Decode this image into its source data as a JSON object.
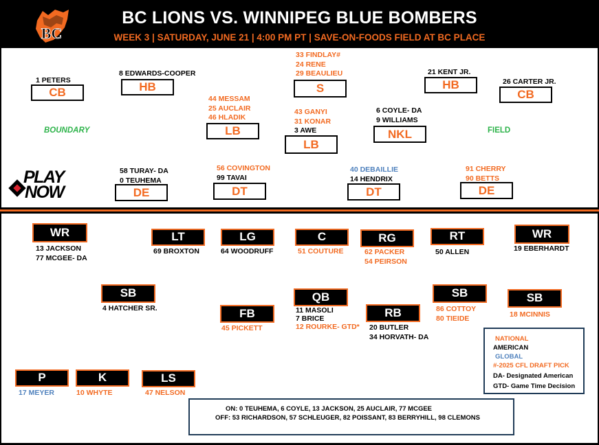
{
  "header": {
    "title": "BC LIONS VS. WINNIPEG BLUE BOMBERS",
    "subtitle": "WEEK 3 | SATURDAY, JUNE 21 | 4:00 PM PT | SAVE-ON-FOODS FIELD AT BC PLACE",
    "logo_letters": "BC"
  },
  "colors": {
    "national": "#f26a21",
    "american": "#000000",
    "global": "#4f81bd",
    "side_labels": "#2db34a",
    "panel_border": "#1f3b57"
  },
  "defense": {
    "side_boundary": "BOUNDARY",
    "side_field": "FIELD",
    "cb_left": {
      "label": "CB",
      "players": [
        "1 PETERS"
      ]
    },
    "hb_left": {
      "label": "HB",
      "players": [
        "8 EDWARDS-COOPER"
      ]
    },
    "safety": {
      "label": "S",
      "players": [
        "33 FINDLAY#",
        "24 RENE",
        "29 BEAULIEU"
      ]
    },
    "hb_right": {
      "label": "HB",
      "players": [
        "21 KENT JR."
      ]
    },
    "cb_right": {
      "label": "CB",
      "players": [
        "26 CARTER JR."
      ]
    },
    "lb_left": {
      "label": "LB",
      "players": [
        "44 MESSAM",
        "25 AUCLAIR",
        "46 HLADIK"
      ]
    },
    "lb_mid": {
      "label": "LB",
      "players": [
        "43 GANYI",
        "31 KONAR",
        "3 AWE"
      ]
    },
    "nkl": {
      "label": "NKL",
      "players": [
        "6 COYLE- DA",
        "9 WILLIAMS"
      ]
    },
    "de_left": {
      "label": "DE",
      "players": [
        "58 TURAY- DA",
        "0 TEUHEMA"
      ]
    },
    "dt_left": {
      "label": "DT",
      "players": [
        "56 COVINGTON",
        "99 TAVAI"
      ]
    },
    "dt_right": {
      "label": "DT",
      "players": [
        "40 DEBAILLIE",
        "14 HENDRIX"
      ]
    },
    "de_right": {
      "label": "DE",
      "players": [
        "91 CHERRY",
        "90 BETTS"
      ]
    }
  },
  "playnow": {
    "line1": "PLAY",
    "line2": "NOW"
  },
  "offense": {
    "wr_left": {
      "label": "WR",
      "players": [
        "13 JACKSON",
        "77 MCGEE- DA"
      ]
    },
    "lt": {
      "label": "LT",
      "players": [
        "69 BROXTON"
      ]
    },
    "lg": {
      "label": "LG",
      "players": [
        "64 WOODRUFF"
      ]
    },
    "c": {
      "label": "C",
      "players": [
        "51 COUTURE"
      ]
    },
    "rg": {
      "label": "RG",
      "players": [
        "62 PACKER",
        "54 PEIRSON"
      ]
    },
    "rt": {
      "label": "RT",
      "players": [
        "50 ALLEN"
      ]
    },
    "wr_right": {
      "label": "WR",
      "players": [
        "19 EBERHARDT"
      ]
    },
    "sb_left": {
      "label": "SB",
      "players": [
        "4 HATCHER SR."
      ]
    },
    "qb": {
      "label": "QB",
      "players": [
        "11 MASOLI",
        "7 BRICE",
        "12 ROURKE-  GTD*"
      ]
    },
    "sb_mid": {
      "label": "SB",
      "players": [
        "86 COTTOY",
        "80 TIEIDE"
      ]
    },
    "sb_right": {
      "label": "SB",
      "players": [
        "18 MCINNIS"
      ]
    },
    "fb": {
      "label": "FB",
      "players": [
        "45 PICKETT"
      ]
    },
    "rb": {
      "label": "RB",
      "players": [
        "20 BUTLER",
        "34 HORVATH- DA"
      ]
    }
  },
  "special": {
    "p": {
      "label": "P",
      "players": [
        "17 MEYER"
      ]
    },
    "k": {
      "label": "K",
      "players": [
        "10 WHYTE"
      ]
    },
    "ls": {
      "label": "LS",
      "players": [
        "47 NELSON"
      ]
    }
  },
  "legend": {
    "national": "NATIONAL",
    "american": "AMERICAN",
    "global": "GLOBAL",
    "draft": "#-2025 CFL DRAFT PICK",
    "da": "DA- Designated American",
    "gtd": "GTD- Game Time Decision"
  },
  "status": {
    "on": "ON: 0 TEUHEMA, 6 COYLE, 13 JACKSON, 25 AUCLAIR, 77 MCGEE",
    "off": "OFF: 53 RICHARDSON, 57 SCHLEUGER, 82 POISSANT, 83 BERRYHILL, 98 CLEMONS"
  }
}
